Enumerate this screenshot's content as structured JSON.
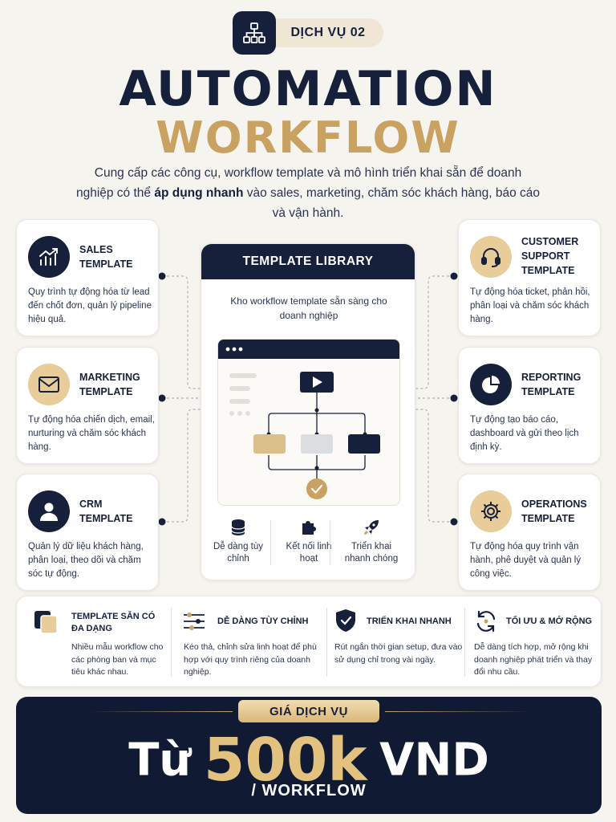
{
  "header": {
    "badge_label": "DỊCH VỤ 02",
    "badge_icon": "sitemap-icon",
    "title_line1": "AUTOMATION",
    "title_line2": "WORKFLOW",
    "intro_part1": "Cung cấp các công cụ, workflow template và mô hình triển khai sẵn để doanh nghiệp có thể ",
    "intro_bold": "áp dụng nhanh",
    "intro_part2": " vào sales, marketing, chăm sóc khách hàng, báo cáo và vận hành."
  },
  "left_cards": [
    {
      "title": "SALES TEMPLATE",
      "icon": "chart-growth-icon",
      "desc": "Quy trình tự động hóa từ lead đến chốt đơn, quản lý pipeline hiệu quả."
    },
    {
      "title": "MARKETING TEMPLATE",
      "icon": "envelope-icon",
      "desc": "Tự động hóa chiến dịch, email, nurturing và chăm sóc khách hàng."
    },
    {
      "title": "CRM TEMPLATE",
      "icon": "user-icon",
      "desc": "Quản lý dữ liệu khách hàng, phân loại, theo dõi và chăm sóc tự động."
    }
  ],
  "right_cards": [
    {
      "title": "CUSTOMER SUPPORT TEMPLATE",
      "icon": "headset-icon",
      "desc": "Tự động hóa ticket, phản hồi, phân loại và chăm sóc khách hàng."
    },
    {
      "title": "REPORTING TEMPLATE",
      "icon": "pie-chart-icon",
      "desc": "Tự động tạo báo cáo, dashboard và gửi theo lịch định kỳ."
    },
    {
      "title": "OPERATIONS TEMPLATE",
      "icon": "gear-icon",
      "desc": "Tự động hóa quy trình vận hành, phê duyệt và quản lý công việc."
    }
  ],
  "library": {
    "title": "TEMPLATE LIBRARY",
    "subtitle": "Kho workflow template sẵn sàng cho doanh nghiệp",
    "features": [
      {
        "label": "Dễ dàng tùy chỉnh",
        "icon": "database-icon"
      },
      {
        "label": "Kết nối linh hoạt",
        "icon": "puzzle-icon"
      },
      {
        "label": "Triển khai nhanh chóng",
        "icon": "rocket-icon"
      }
    ]
  },
  "features": [
    {
      "title": "TEMPLATE SẴN CÓ ĐA DẠNG",
      "icon": "templates-icon",
      "desc": "Nhiều mẫu workflow cho các phòng ban và mục tiêu khác nhau."
    },
    {
      "title": "DỄ DÀNG TÙY CHỈNH",
      "icon": "sliders-icon",
      "desc": "Kéo thả, chỉnh sửa linh hoạt để phù hợp với quy trình riêng của doanh nghiệp."
    },
    {
      "title": "TRIỂN KHAI NHANH",
      "icon": "shield-check-icon",
      "desc": "Rút ngắn thời gian setup, đưa vào sử dụng chỉ trong vài ngày."
    },
    {
      "title": "TỐI ƯU & MỞ RỘNG",
      "icon": "refresh-icon",
      "desc": "Dễ dàng tích hợp, mở rộng khi doanh nghiệp phát triển và thay đổi nhu cầu."
    }
  ],
  "price": {
    "label": "GIÁ DỊCH VỤ",
    "prefix": "Từ",
    "amount": "500k",
    "currency": "VND",
    "unit": "/ WORKFLOW"
  },
  "colors": {
    "navy": "#16203b",
    "gold": "#c9a262",
    "light_gold": "#e8cc9a",
    "background": "#f6f4ef"
  }
}
